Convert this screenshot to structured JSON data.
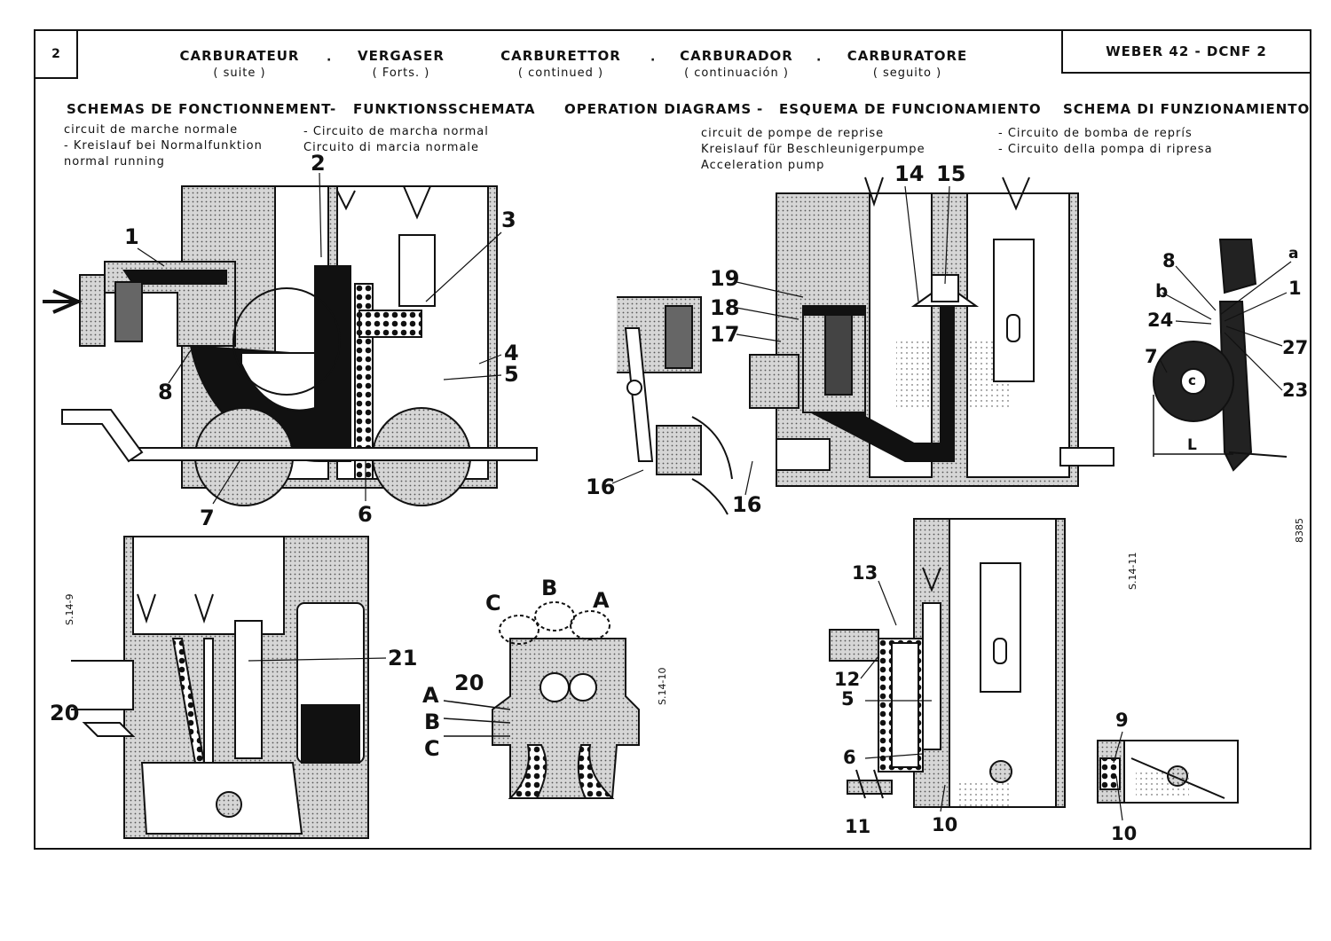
{
  "page_number": "2",
  "titles": [
    {
      "main": "CARBURATEUR",
      "sub": "( suite )"
    },
    {
      "main": "VERGASER",
      "sub": "( Forts. )"
    },
    {
      "main": "CARBURETTOR",
      "sub": "( continued )"
    },
    {
      "main": "CARBURADOR",
      "sub": "( continuación )"
    },
    {
      "main": "CARBURATORE",
      "sub": "( seguito )"
    }
  ],
  "model": "WEBER 42 - DCNF 2",
  "sections": [
    "SCHEMAS DE FONCTIONNEMENT",
    "FUNKTIONSSCHEMATA",
    "OPERATION DIAGRAMS",
    "ESQUEMA DE FUNCIONAMIENTO",
    "SCHEMA DI FUNZIONAMIENTO"
  ],
  "captions_left": [
    "circuit de marche normale",
    "- Kreislauf bei Normalfunktion",
    "normal running"
  ],
  "captions_left2": [
    "- Circuito de marcha normal",
    "Circuito di marcia normale"
  ],
  "captions_right": [
    "circuit de pompe de reprise",
    "Kreislauf für Beschleunigerpumpe",
    "Acceleration pump"
  ],
  "captions_right2": [
    "- Circuito de bomba de reprís",
    "- Circuito della pompa di ripresa"
  ],
  "fig_codes": [
    "S.14-10",
    "S.14-11",
    "S.14-9",
    "8385"
  ],
  "labels": {
    "l1": "1",
    "l2": "2",
    "l3": "3",
    "l4": "4",
    "l5": "5",
    "l6": "6",
    "l7": "7",
    "l8": "8",
    "l14": "14",
    "l15": "15",
    "l16a": "16",
    "l16b": "16",
    "l17": "17",
    "l18": "18",
    "l19": "19",
    "r8": "8",
    "ra": "a",
    "rb": "b",
    "r1": "1",
    "r24": "24",
    "r27": "27",
    "r7": "7",
    "r23": "23",
    "rc": "c",
    "rL": "L",
    "b20": "20",
    "b21": "21",
    "mC": "C",
    "mB": "B",
    "mA": "A",
    "m20": "20",
    "mA2": "A",
    "mB2": "B",
    "mC2": "C",
    "n13": "13",
    "n12": "12",
    "n5": "5",
    "n6": "6",
    "n11": "11",
    "n10": "10",
    "s9": "9",
    "s10": "10"
  }
}
